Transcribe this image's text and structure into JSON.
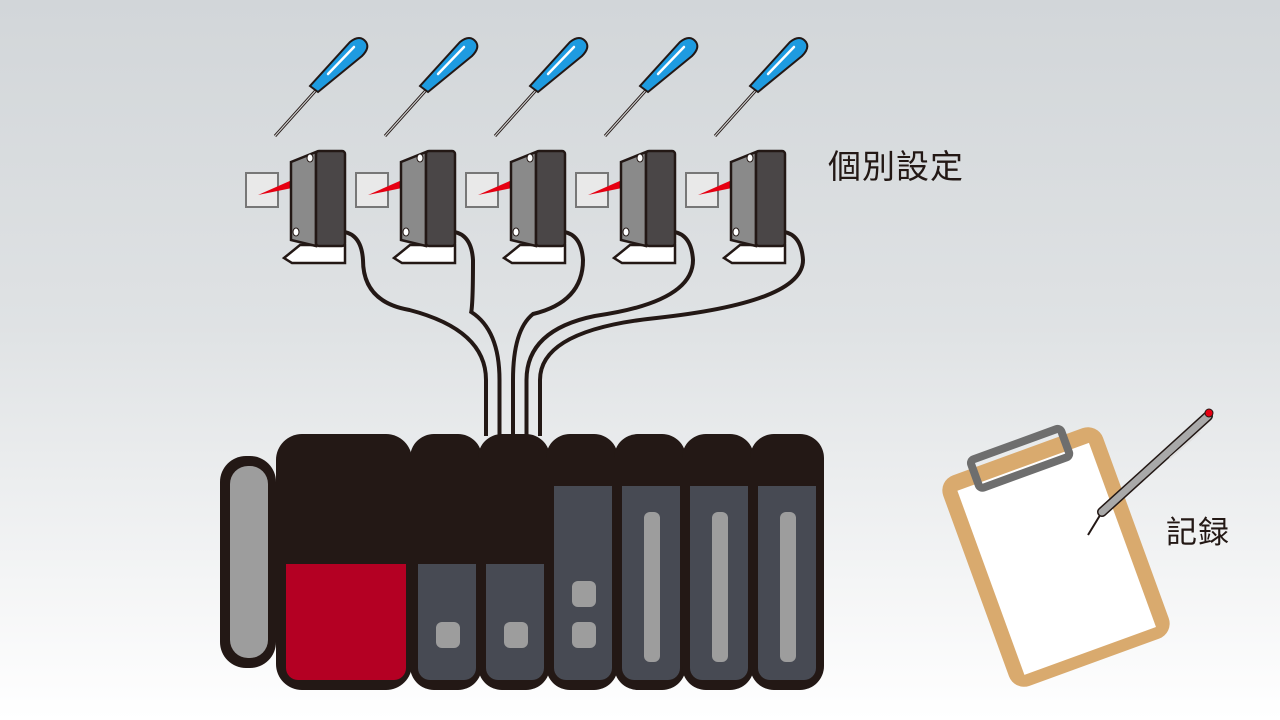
{
  "labels": {
    "individual_setting": "個別設定",
    "record": "記録"
  },
  "colors": {
    "plc_body": "#231815",
    "plc_module": "#474a53",
    "cpu_red": "#b40023",
    "indicator_gray": "#9d9d9d",
    "screwdriver_blue": "#1e9be0",
    "clipboard": "#d9aa6e",
    "beam_red": "#e60012"
  },
  "sensor_count": 5
}
